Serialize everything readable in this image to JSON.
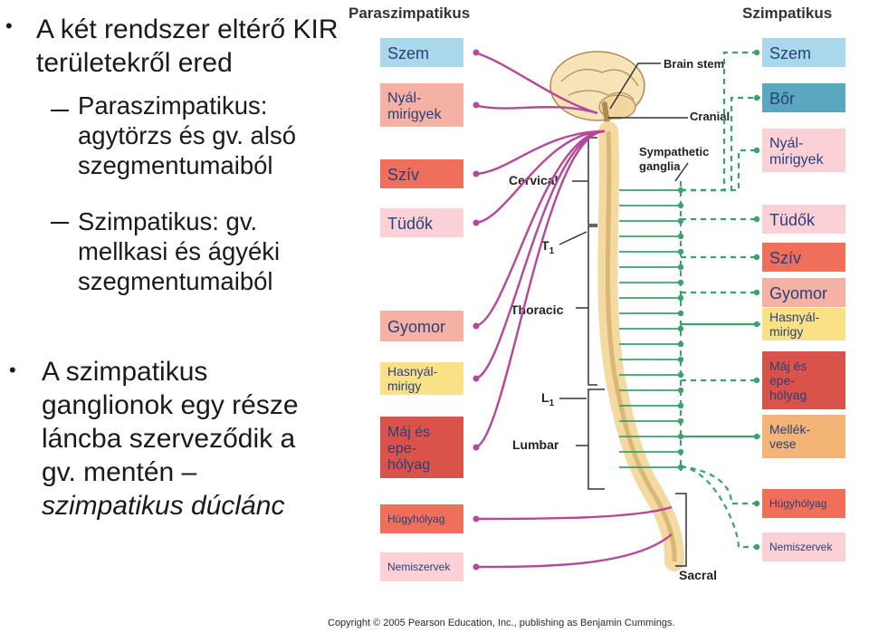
{
  "bullets": {
    "b1_text": "A két rendszer eltérő KIR területekről ered",
    "sub1": "Paraszimpatikus: agytörzs és gv. alsó szegmentumaiból",
    "sub2": "Szimpatikus: gv. mellkasi és ágyéki szegmentumaiból",
    "b2_line1": "A szimpatikus",
    "b2_line2": "ganglionok egy része",
    "b2_line3": "láncba szerveződik a",
    "b2_line4": "gv. mentén –",
    "b2_italic": "szimpatikus dúclánc"
  },
  "diagram": {
    "title_left": "Paraszimpatikus",
    "title_right": "Szimpatikus",
    "labels": {
      "brain_stem": "Brain stem",
      "cranial": "Cranial",
      "sympathetic_ganglia": "Sympathetic\nganglia",
      "cervical": "Cervical",
      "t1": "T1",
      "thoracic": "Thoracic",
      "l1": "L1",
      "lumbar": "Lumbar",
      "sacral": "Sacral"
    },
    "left_organs": [
      "Szem",
      "Nyál-\nmirigyek",
      "Szív",
      "Tüdők",
      "Gyomor",
      "Hasnyál-\nmirigy",
      "Máj és\nepe-\nhólyag",
      "Húgyhólyag",
      "Nemiszervek"
    ],
    "right_organs": [
      "Szem",
      "Bőr",
      "Nyál-\nmirigyek",
      "Tüdők",
      "Szív",
      "Gyomor",
      "Hasnyál-\nmirigy",
      "Máj és\nepe-\nhólyag",
      "Mellék-\nvese",
      "Húgyhólyag",
      "Nemiszervek"
    ],
    "colors": {
      "parasympathetic": "#b5489a",
      "sympathetic": "#3aa36a",
      "box_blue": "#a9d8ec",
      "box_salmon": "#f5b1a3",
      "box_red": "#ef6f5b",
      "box_pink": "#fbd1d6",
      "box_yellow": "#fae185",
      "box_darkred": "#d9534a",
      "box_teal": "#5aa7c0",
      "box_tan": "#f3b476"
    }
  },
  "copyright": "Copyright © 2005 Pearson Education, Inc., publishing as Benjamin Cummings."
}
